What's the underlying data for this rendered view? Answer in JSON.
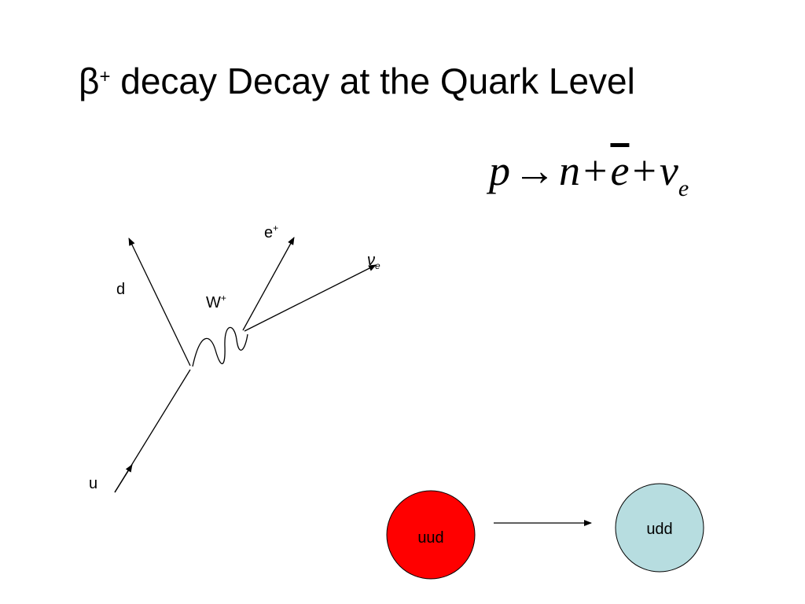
{
  "title": {
    "prefix": "β",
    "superscript": "+",
    "text": "decay Decay at the Quark Level"
  },
  "equation": {
    "lhs": "p",
    "arrow": "→",
    "term1": "n",
    "plus1": "+",
    "term2": "e",
    "plus2": "+",
    "term3": "ν",
    "term3_subscript": "e"
  },
  "feynman": {
    "label_u": "u",
    "label_d": "d",
    "label_w": "W",
    "label_w_sup": "+",
    "label_positron": "e",
    "label_positron_sup": "+",
    "label_neutrino": "ν",
    "label_neutrino_sub": "e"
  },
  "conversion": {
    "from_label": "uud",
    "to_label": "udd",
    "from_color": "#ff0000",
    "to_color": "#b7dde0"
  }
}
